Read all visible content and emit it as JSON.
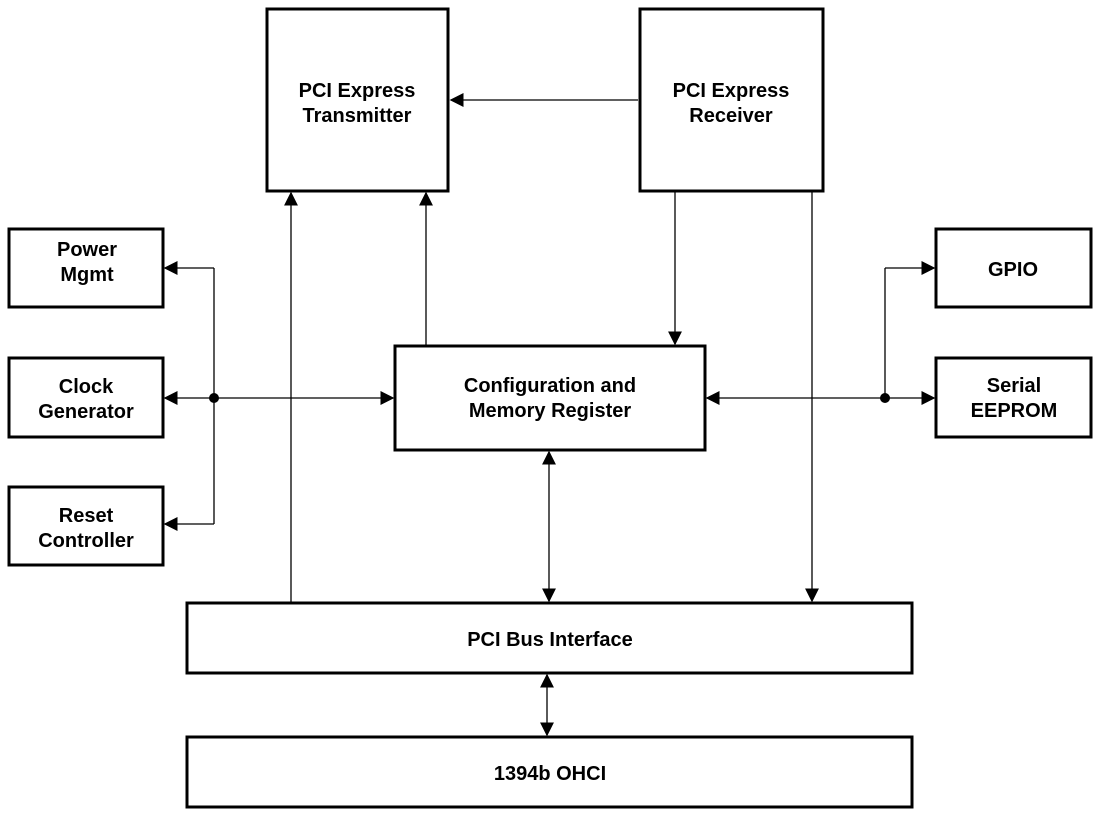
{
  "diagram": {
    "blocks": {
      "pcie_tx": {
        "line1": "PCI Express",
        "line2": "Transmitter"
      },
      "pcie_rx": {
        "line1": "PCI Express",
        "line2": "Receiver"
      },
      "power": {
        "line1": "Power",
        "line2": "Mgmt"
      },
      "clock": {
        "line1": "Clock",
        "line2": "Generator"
      },
      "reset": {
        "line1": "Reset",
        "line2": "Controller"
      },
      "config": {
        "line1": "Configuration and",
        "line2": "Memory Register"
      },
      "gpio": {
        "line1": "GPIO"
      },
      "eeprom": {
        "line1": "Serial",
        "line2": "EEPROM"
      },
      "pci_bus": {
        "line1": "PCI Bus Interface"
      },
      "ohci": {
        "line1": "1394b OHCI"
      }
    },
    "colors": {
      "stroke": "#000000",
      "fill": "#ffffff"
    }
  }
}
